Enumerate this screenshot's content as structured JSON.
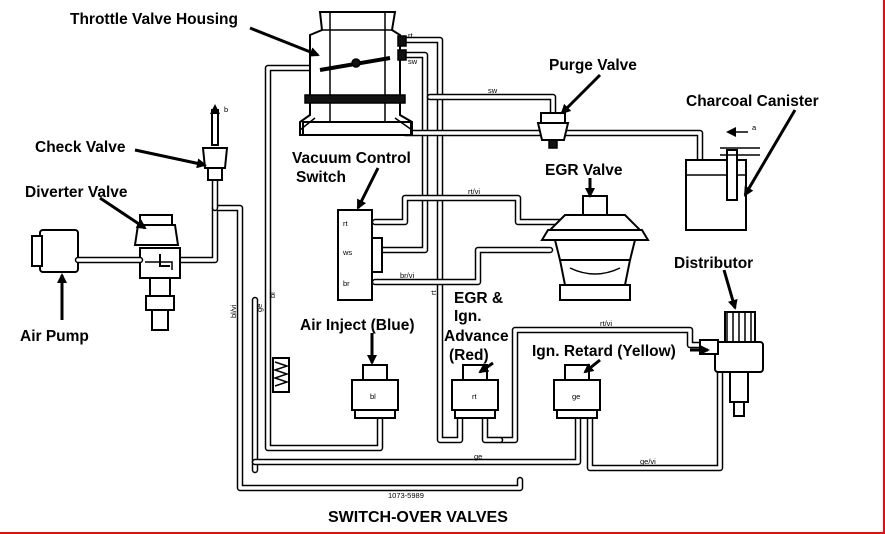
{
  "labels": {
    "throttle_valve_housing": "Throttle Valve Housing",
    "purge_valve": "Purge Valve",
    "charcoal_canister": "Charcoal Canister",
    "check_valve": "Check Valve",
    "diverter_valve": "Diverter Valve",
    "vacuum_control_switch_1": "Vacuum Control",
    "vacuum_control_switch_2": "Switch",
    "egr_valve": "EGR Valve",
    "distributor": "Distributor",
    "air_pump": "Air Pump",
    "air_inject": "Air Inject (Blue)",
    "egr_ign_1": "EGR &",
    "egr_ign_2": "Ign.",
    "egr_ign_3": "Advance",
    "egr_ign_4": "(Red)",
    "ign_retard": "Ign. Retard (Yellow)"
  },
  "hose_tags": {
    "rt_top": "rt",
    "sw_top": "sw",
    "sw_purge": "sw",
    "b": "b",
    "a": "a",
    "rt_vi_top": "rt/vi",
    "rt_switch": "rt",
    "ws_switch": "ws",
    "br_switch": "br",
    "br_vi": "br/vi",
    "bl_vi": "bl/vi",
    "ge_left": "ge",
    "bl_left": "bl",
    "rt_mid": "rt",
    "rt_vi_right": "rt/vi",
    "ge_bottom": "ge",
    "ge_vi": "ge/vi"
  },
  "valve_tags": {
    "blue": "bl",
    "red": "rt",
    "yellow": "ge"
  },
  "part_number": "1073-5989",
  "caption": "SWITCH-OVER VALVES"
}
